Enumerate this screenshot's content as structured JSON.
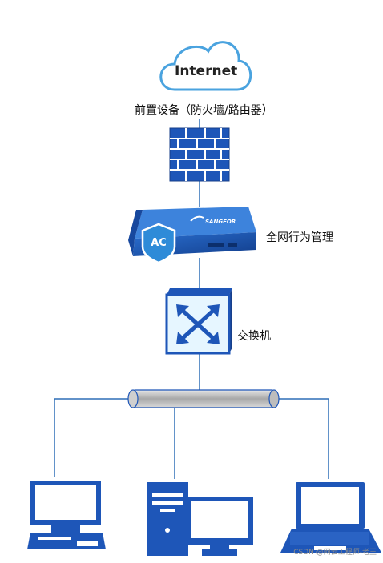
{
  "nodes": {
    "internet": {
      "label": "Internet"
    },
    "front_device": {
      "label": "前置设备（防火墙/路由器）"
    },
    "ac": {
      "label": "全网行为管理",
      "badge": "AC",
      "brand": "SANGFOR"
    },
    "switch": {
      "label": "交换机"
    }
  },
  "clients": [
    {
      "icon": "desktop-pc-icon"
    },
    {
      "icon": "tower-pc-icon"
    },
    {
      "icon": "laptop-icon"
    }
  ],
  "watermark": "CSDN @网云工程师-老王",
  "colors": {
    "primary": "#1e56b8",
    "line": "#2f6fb7",
    "cloud_outline": "#4aa3df",
    "switch_bg": "#e6f6ff",
    "bus": "#b9b9b9"
  }
}
